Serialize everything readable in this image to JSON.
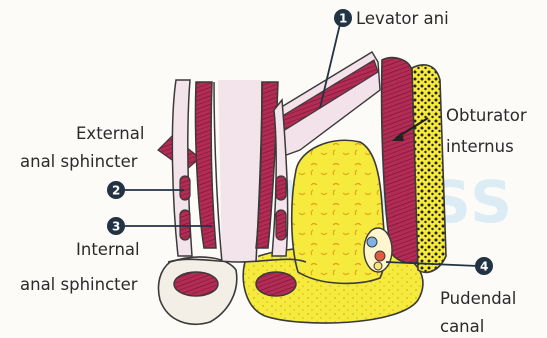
{
  "labels": {
    "levator_ani": "Levator ani",
    "obturator_line1": "Obturator",
    "obturator_line2": "internus",
    "external_line1": "External",
    "external_line2": "anal sphincter",
    "internal_line1": "Internal",
    "internal_line2": "anal sphincter",
    "pudendal_line1": "Pudendal",
    "pudendal_line2": "canal"
  },
  "markers": [
    "1",
    "2",
    "3",
    "4"
  ],
  "watermark": "AMBOSS",
  "colors": {
    "muscle": "#b32c55",
    "muscle_light": "#d86d8a",
    "fat": "#f6ea3c",
    "marker_fill": "#223344",
    "outline": "#3a3a3a",
    "lumen": "#f3e4ec"
  }
}
